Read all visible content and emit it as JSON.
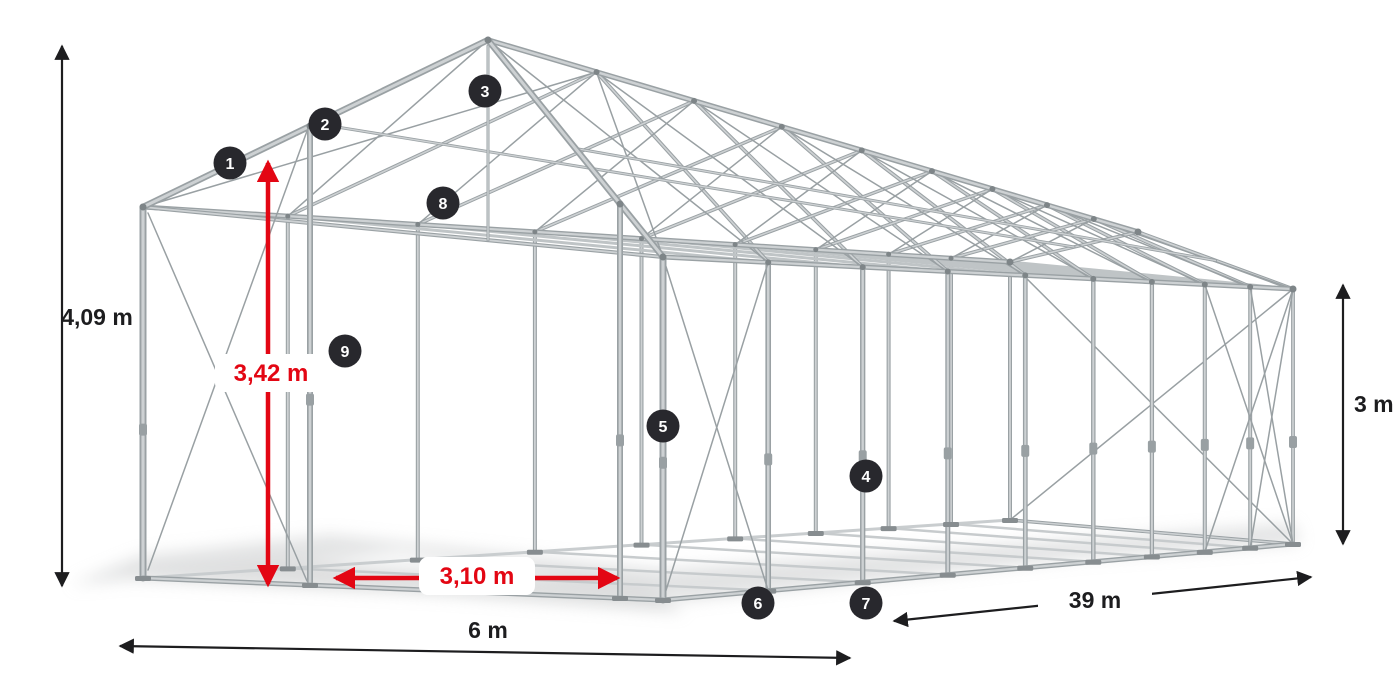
{
  "diagram": {
    "subject": "tent-frame-construction",
    "dimensions": {
      "total_height": "4,09 m",
      "inner_height": "3,42 m",
      "side_height": "3 m",
      "entrance_width": "3,10 m",
      "width": "6 m",
      "length": "39 m"
    },
    "callouts": [
      {
        "number": "1"
      },
      {
        "number": "2"
      },
      {
        "number": "3"
      },
      {
        "number": "4"
      },
      {
        "number": "5"
      },
      {
        "number": "6"
      },
      {
        "number": "7"
      },
      {
        "number": "8"
      },
      {
        "number": "9"
      }
    ],
    "colors": {
      "frame": "#9aa1a4",
      "frame_highlight": "#cdd1d3",
      "accent_red": "#e30613",
      "dimension_text": "#1d1d1f",
      "badge_bg": "#28282d",
      "badge_text": "#ffffff"
    }
  }
}
